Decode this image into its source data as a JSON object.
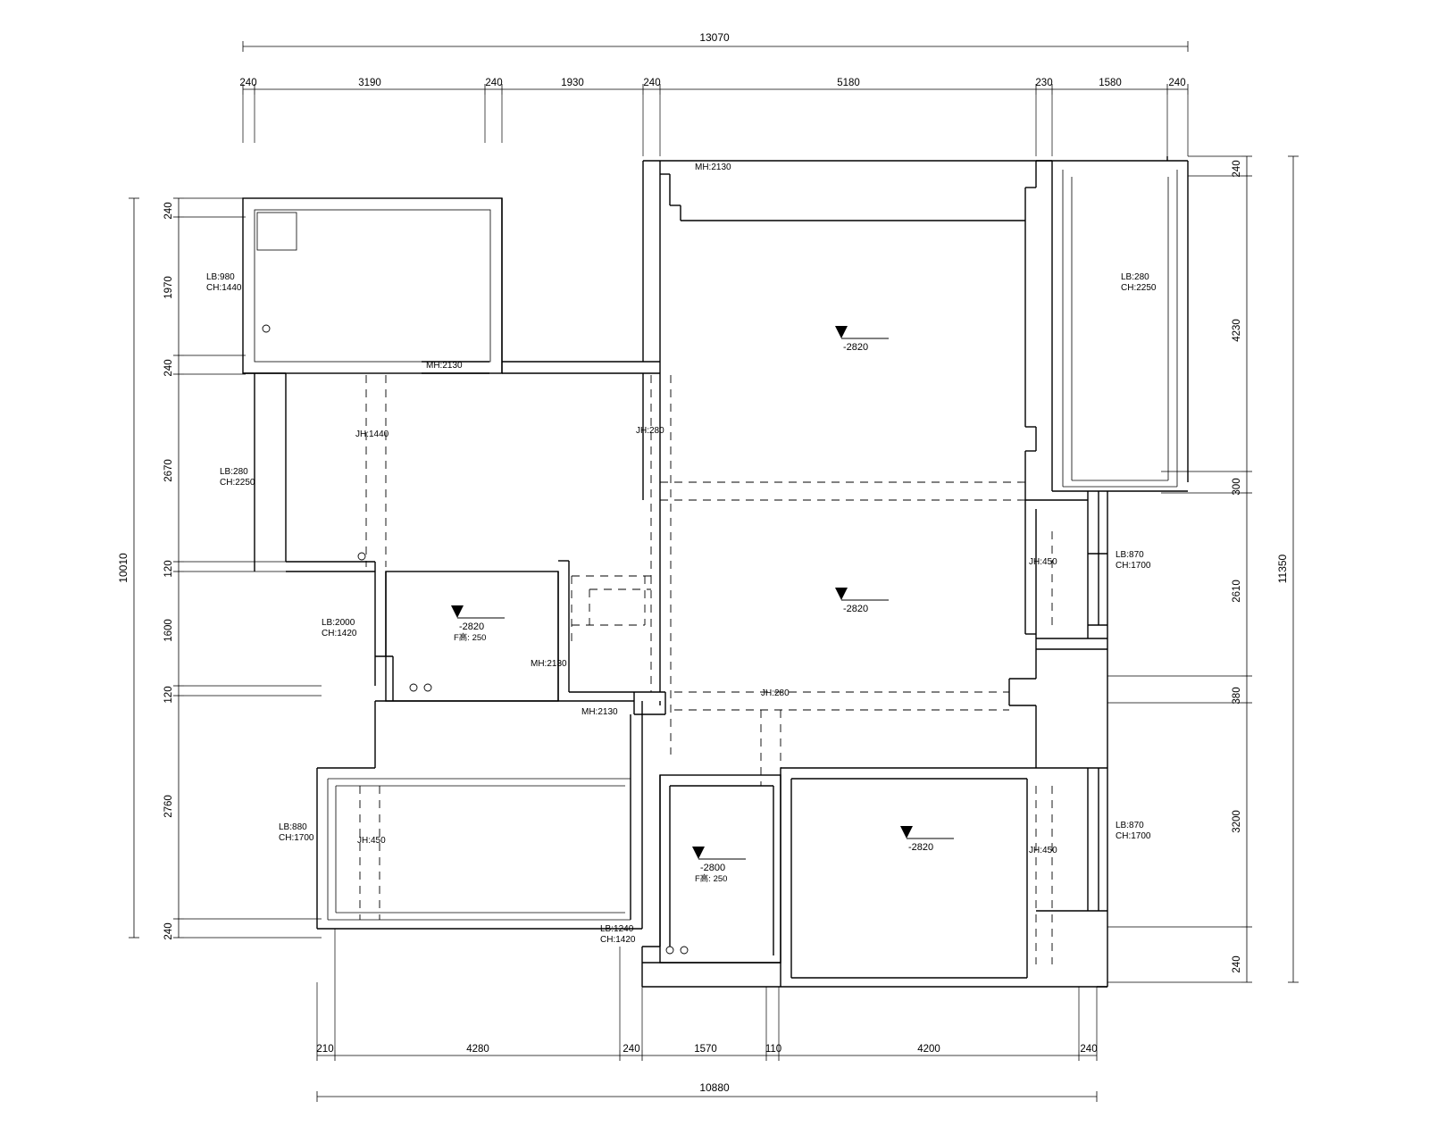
{
  "drawing": {
    "type": "architectural-floor-plan",
    "units": "mm"
  },
  "dimensions": {
    "top": {
      "total": "13070",
      "segments": [
        "240",
        "3190",
        "240",
        "1930",
        "240",
        "5180",
        "230",
        "1580",
        "240"
      ]
    },
    "left": {
      "total": "10010",
      "segments": [
        "240",
        "1970",
        "240",
        "2670",
        "120",
        "1600",
        "120",
        "2760",
        "240"
      ]
    },
    "right": {
      "total": "11350",
      "segments": [
        "240",
        "4230",
        "300",
        "2610",
        "380",
        "3200",
        "240"
      ]
    },
    "bottom": {
      "total": "10880",
      "segments": [
        "210",
        "4280",
        "240",
        "1570",
        "110",
        "4200",
        "240"
      ]
    }
  },
  "elevation_markers": [
    {
      "id": "elev-living",
      "value": "-2820",
      "note": ""
    },
    {
      "id": "elev-hall",
      "value": "-2820",
      "note": ""
    },
    {
      "id": "elev-bed-left",
      "value": "-2820",
      "note": "F高: 250"
    },
    {
      "id": "elev-bath-lower",
      "value": "-2800",
      "note": "F高: 250"
    },
    {
      "id": "elev-bed-right",
      "value": "-2820",
      "note": ""
    }
  ],
  "room_labels": [
    {
      "id": "label-balcony-top-left",
      "lb": "LB:980",
      "ch": "CH:1440"
    },
    {
      "id": "label-left-middle",
      "lb": "LB:280",
      "ch": "CH:2250"
    },
    {
      "id": "label-left-bath",
      "lb": "LB:2000",
      "ch": "CH:1420"
    },
    {
      "id": "label-left-lower",
      "lb": "LB:880",
      "ch": "CH:1700"
    },
    {
      "id": "label-bottom-bath",
      "lb": "LB:1240",
      "ch": "CH:1420"
    },
    {
      "id": "label-right-top",
      "lb": "LB:280",
      "ch": "CH:2250"
    },
    {
      "id": "label-right-middle",
      "lb": "LB:870",
      "ch": "CH:1700"
    },
    {
      "id": "label-right-lower",
      "lb": "LB:870",
      "ch": "CH:1700"
    }
  ],
  "opening_labels": [
    {
      "id": "open-top-living",
      "text": "MH:2130"
    },
    {
      "id": "open-balcony-door",
      "text": "MH:2130"
    },
    {
      "id": "open-hall-left",
      "text": "JH:1440"
    },
    {
      "id": "open-hall-right",
      "text": "JH:280"
    },
    {
      "id": "open-bath-left",
      "text": "MH:2130"
    },
    {
      "id": "open-corridor",
      "text": "MH:2130"
    },
    {
      "id": "open-mid-right",
      "text": "JH:280"
    },
    {
      "id": "open-right-upper",
      "text": "JH:450"
    },
    {
      "id": "open-right-lower",
      "text": "JH:450"
    },
    {
      "id": "open-left-lower",
      "text": "JH:450"
    }
  ]
}
